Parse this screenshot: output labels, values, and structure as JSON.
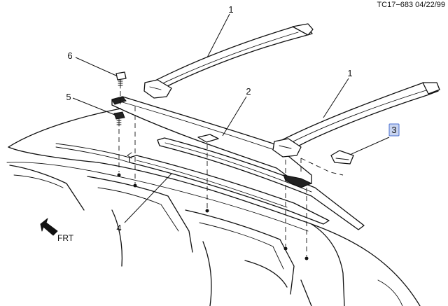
{
  "drawing": {
    "code": "TC17−683  04/22/99",
    "direction_label": "FRT"
  },
  "callouts": [
    {
      "id": "c1a",
      "text": "1"
    },
    {
      "id": "c1b",
      "text": "1"
    },
    {
      "id": "c2",
      "text": "2"
    },
    {
      "id": "c3",
      "text": "3",
      "highlighted": true
    },
    {
      "id": "c4",
      "text": "4"
    },
    {
      "id": "c5",
      "text": "5"
    },
    {
      "id": "c6",
      "text": "6"
    }
  ],
  "colors": {
    "line": "#111111",
    "highlight_fill": "#c8d4f0",
    "highlight_stroke": "#4a6fd0"
  }
}
